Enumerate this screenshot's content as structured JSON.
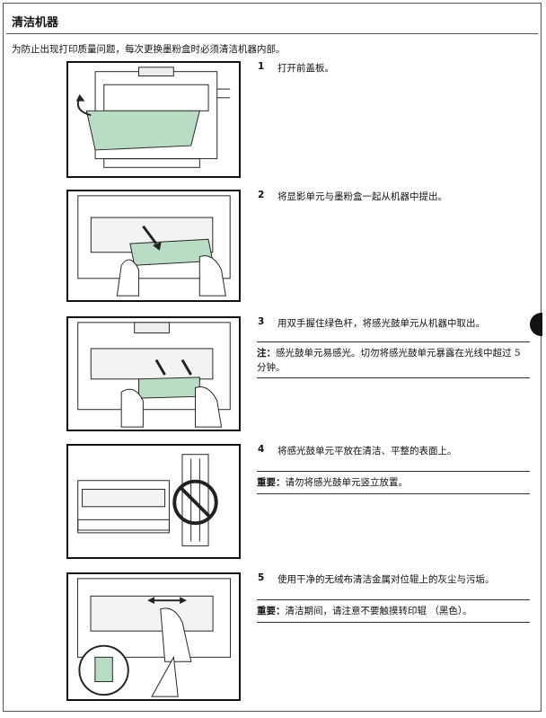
{
  "header": {
    "title": "清洁机器"
  },
  "intro": "为防止出现打印质量问题，每次更换墨粉盒时必须清洁机器内部。",
  "steps": [
    {
      "num": "1",
      "text": "打开前盖板。"
    },
    {
      "num": "2",
      "text": "将显影单元与墨粉盒一起从机器中提出。"
    },
    {
      "num": "3",
      "text": "用双手握住绿色杆，将感光鼓单元从机器中取出。"
    },
    {
      "num": "4",
      "text": "将感光鼓单元平放在清洁、平整的表面上。"
    },
    {
      "num": "5",
      "text": "使用干净的无绒布清洁金属对位辊上的灰尘与污垢。"
    }
  ],
  "notes": [
    {
      "label": "注：",
      "text": "感光鼓单元易感光。切勿将感光鼓单元暴露在光线中超过 5 分钟。"
    },
    {
      "label": "重要：",
      "text": "请勿将感光鼓单元竖立放置。"
    },
    {
      "label": "重要：",
      "text": "清洁期间，请注意不要触摸转印辊 （黑色）。"
    }
  ],
  "colors": {
    "accent_green": "#b9dcc4",
    "line": "#222222"
  }
}
